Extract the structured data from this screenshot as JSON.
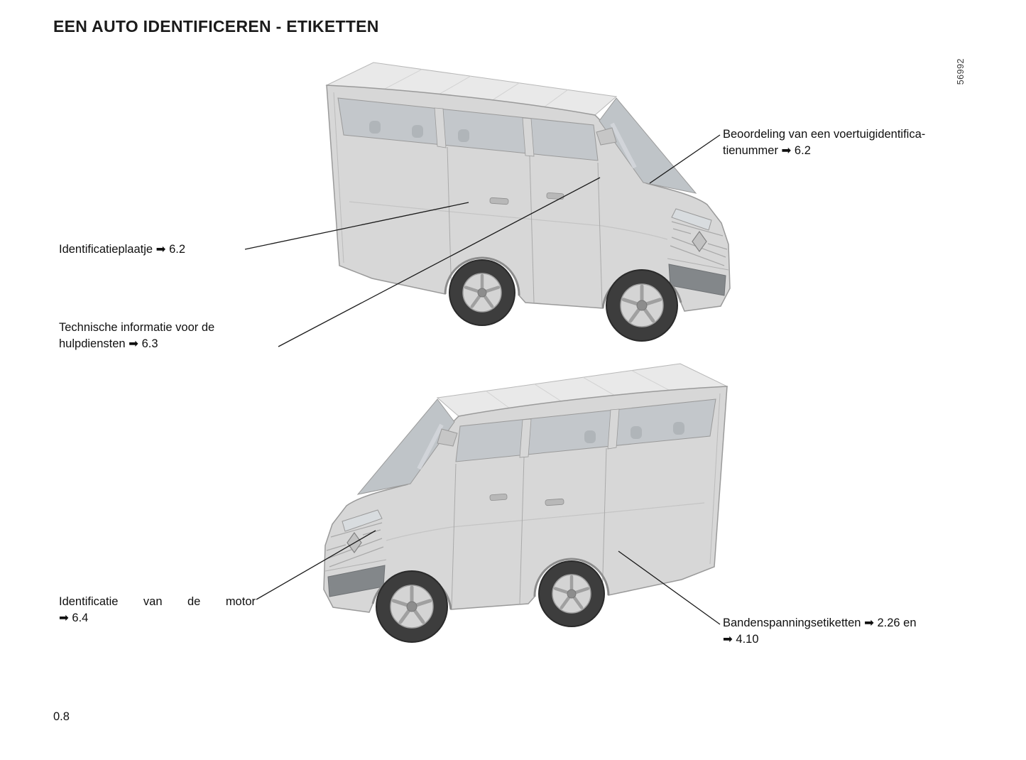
{
  "page": {
    "title": "EEN AUTO IDENTIFICEREN - ETIKETTEN",
    "page_number": "0.8",
    "illustration_number": "56992"
  },
  "callouts": {
    "vin_check": {
      "line1": "Beoordeling van een voertuigidentifica-",
      "line2": "tienummer ➡ 6.2"
    },
    "identification_plate": {
      "line1": "Identificatieplaatje ➡ 6.2"
    },
    "emergency_info": {
      "line1": "Technische informatie voor de",
      "line2": "hulpdiensten ➡ 6.3"
    },
    "engine_identification": {
      "line1": "Identificatie van de motor",
      "line2": "➡ 6.4"
    },
    "tyre_pressure_labels": {
      "line1": "Bandenspanningsetiketten ➡ 2.26 en",
      "line2": "➡ 4.10"
    }
  }
}
